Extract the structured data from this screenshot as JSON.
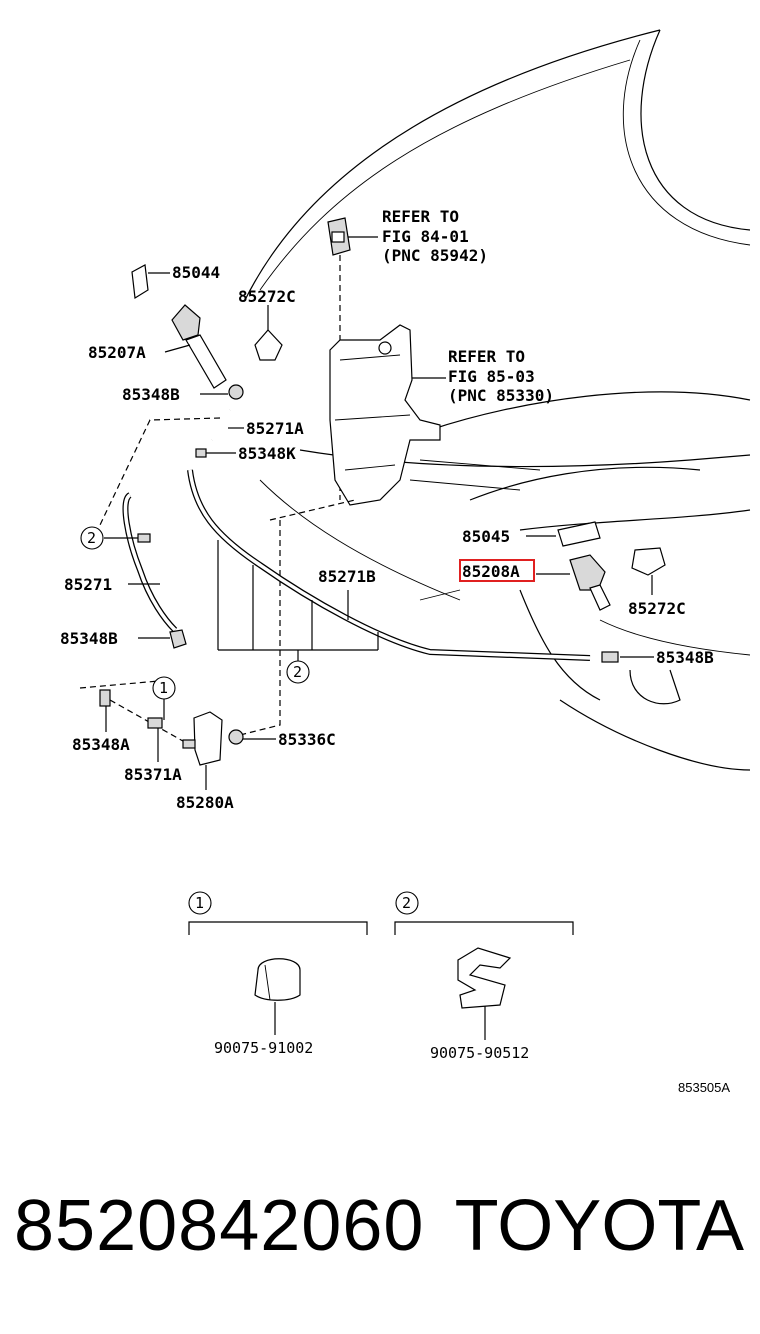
{
  "refs": {
    "lamp": {
      "line1": "REFER TO",
      "line2": "FIG 84-01",
      "line3": "(PNC 85942)"
    },
    "tank": {
      "line1": "REFER TO",
      "line2": "FIG 85-03",
      "line3": "(PNC 85330)"
    }
  },
  "labels": {
    "p85044": "85044",
    "p85272C_top": "85272C",
    "p85207A": "85207A",
    "p85348B_top": "85348B",
    "p85271A": "85271A",
    "p85348K": "85348K",
    "p85271": "85271",
    "p85348B_left": "85348B",
    "p85045": "85045",
    "p85208A": "85208A",
    "p85272C_right": "85272C",
    "p85271B": "85271B",
    "p85348B_right": "85348B",
    "p85348A": "85348A",
    "p85371A": "85371A",
    "p85280A": "85280A",
    "p85336C": "85336C"
  },
  "callouts": {
    "one": "1",
    "two": "2"
  },
  "legend": {
    "item1": {
      "marker": "1",
      "part": "90075-91002"
    },
    "item2": {
      "marker": "2",
      "part": "90075-90512"
    }
  },
  "figure_code": "853505A",
  "highlight_color": "#e02020",
  "footer": {
    "part_number": "8520842060",
    "brand": "TOYOTA"
  }
}
